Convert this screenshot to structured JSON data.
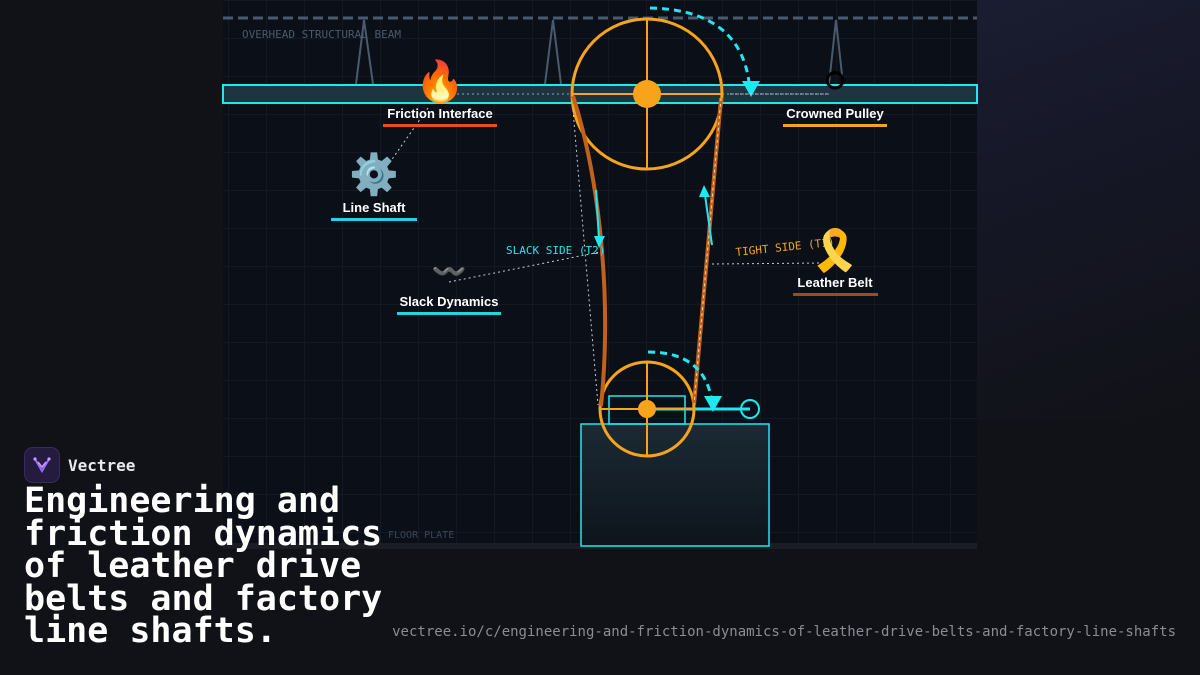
{
  "diagram": {
    "beam_label": "OVERHEAD STRUCTURAL BEAM",
    "slack_side_label": "SLACK SIDE (T2)",
    "tight_side_label": "TIGHT SIDE (T1)",
    "floor_label": "FLOOR PLATE"
  },
  "components": [
    {
      "emoji": "🔥",
      "label": "Friction Interface",
      "underline_color": "#e8501a"
    },
    {
      "emoji": "⚪",
      "label": "Crowned Pulley",
      "underline_color": "#f2a51c"
    },
    {
      "emoji": "⚙️",
      "label": "Line Shaft",
      "underline_color": "#1ed6e6"
    },
    {
      "emoji": "〰️",
      "label": "Slack Dynamics",
      "underline_color": "#1ed6e6"
    },
    {
      "emoji": "🎗️",
      "label": "Leather Belt",
      "underline_color": "#a64a14"
    }
  ],
  "colors": {
    "accent_cyan": "#1ee8f0",
    "accent_orange": "#f7a41c",
    "belt_brown": "#c0621c",
    "background": "#0b0f17"
  },
  "brand": {
    "name": "Vectree",
    "logo_icon": "vectree-logo-icon"
  },
  "headline": "Engineering and friction dynamics of leather drive belts and factory line shafts.",
  "url": "vectree.io/c/engineering-and-friction-dynamics-of-leather-drive-belts-and-factory-line-shafts"
}
